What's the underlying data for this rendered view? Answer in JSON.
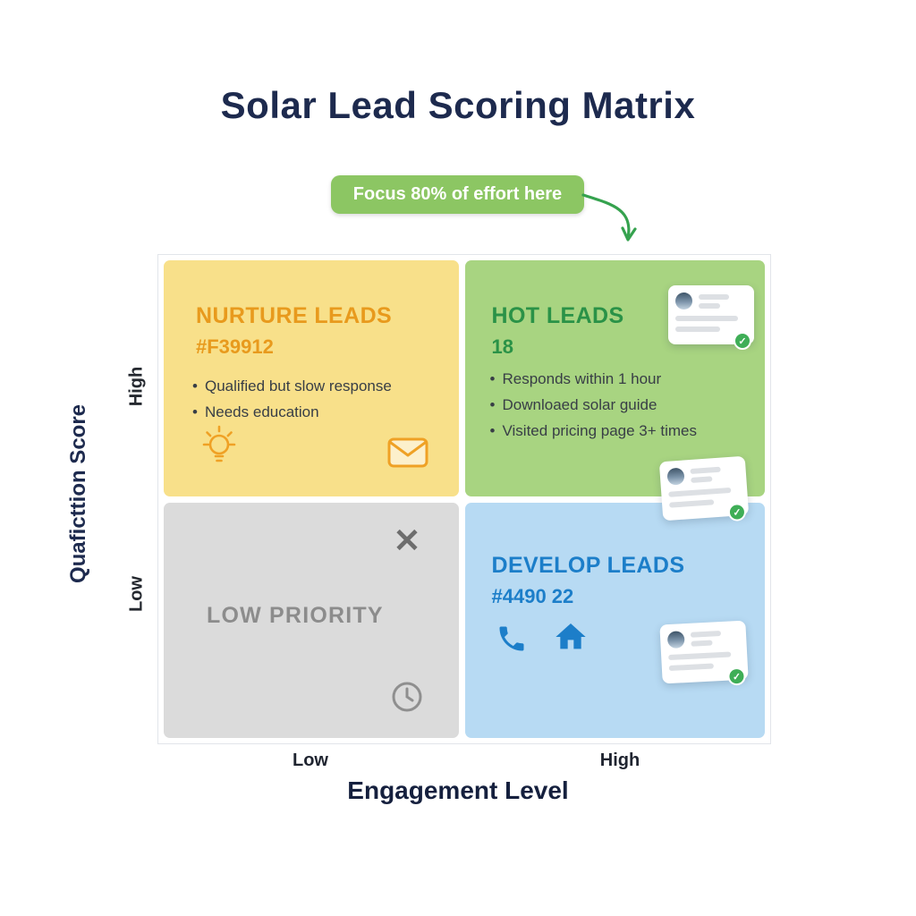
{
  "title": "Solar Lead Scoring Matrix",
  "callout": {
    "label": "Focus 80% of effort here",
    "bg": "#8cc663",
    "arrow_color": "#35a24e"
  },
  "axes": {
    "y_title": "Quaficttion Score",
    "y_high": "High",
    "y_low": "Low",
    "x_low": "Low",
    "x_high": "High",
    "x_title": "Engagement Level"
  },
  "quadrants": {
    "nurture": {
      "title": "NURTURE LEADS",
      "code": "#F39912",
      "bullets": [
        "Qualified but slow response",
        "Needs education"
      ],
      "bg": "#f8e08a",
      "accent": "#e89a1d",
      "icons": [
        "lightbulb-icon",
        "envelope-icon"
      ]
    },
    "hot": {
      "title": "HOT LEADS",
      "code": "18",
      "bullets": [
        "Responds within 1 hour",
        "Downloaed solar guide",
        "Visited pricing page 3+ times"
      ],
      "bg": "#a8d481",
      "accent": "#2a9247",
      "icons": [
        "contact-card",
        "contact-card"
      ]
    },
    "low_priority": {
      "title": "LOW PRIORITY",
      "bg": "#dbdbdb",
      "accent": "#8c8c8c",
      "icons": [
        "x-icon",
        "clock-icon"
      ]
    },
    "develop": {
      "title": "DEVELOP LEADS",
      "code": "#4490 22",
      "bg": "#b7daf3",
      "accent": "#1c7ec9",
      "icons": [
        "phone-icon",
        "home-icon",
        "contact-card"
      ]
    }
  },
  "card": {
    "check_glyph": "✓"
  }
}
